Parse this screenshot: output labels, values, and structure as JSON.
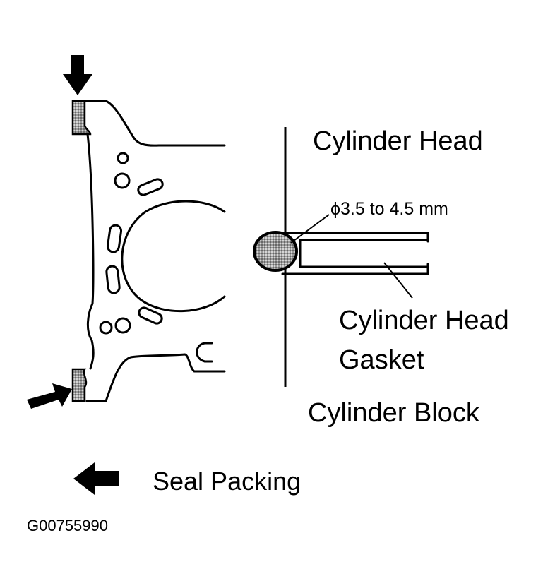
{
  "labels": {
    "cylinder_head": "Cylinder Head",
    "bead_dimension": "ϕ3.5 to 4.5 mm",
    "gasket_line1": "Cylinder Head",
    "gasket_line2": "Gasket",
    "cylinder_block": "Cylinder Block",
    "legend_seal_packing": "Seal Packing",
    "figure_id": "G00755990"
  },
  "legend": {
    "symbol_icon": "left-arrow-icon"
  },
  "colors": {
    "ink": "#000000",
    "background": "#ffffff",
    "seal_fill": "#8a8a8a"
  }
}
